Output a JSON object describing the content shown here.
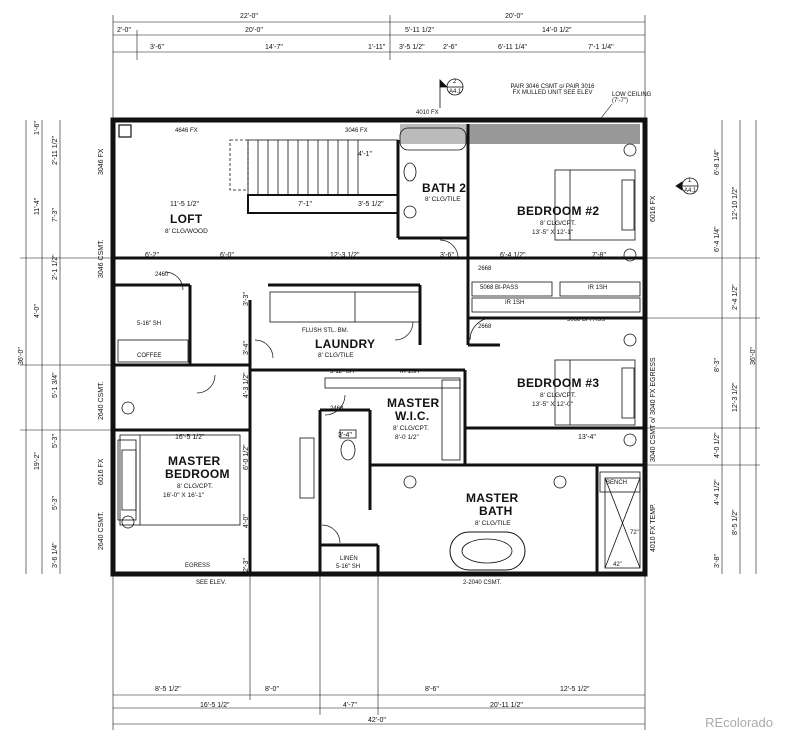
{
  "watermark": "REcolorado",
  "rooms": {
    "loft": {
      "name": "LOFT",
      "spec": "8' CLG/WOOD",
      "size": "11'-5 1/2\""
    },
    "bath2": {
      "name": "BATH 2",
      "spec": "8' CLG/TILE"
    },
    "bedroom2": {
      "name": "BEDROOM #2",
      "spec": "8' CLG/CPT.",
      "size": "13'-5\" X 12'-1\""
    },
    "laundry": {
      "name": "LAUNDRY",
      "spec": "8' CLG/TILE",
      "note": "FLUSH STL. BM."
    },
    "bedroom3": {
      "name": "BEDROOM #3",
      "spec": "8' CLG/CPT.",
      "size": "13'-5\" X 12'-0\""
    },
    "master_wic": {
      "name1": "MASTER",
      "name2": "W.I.C.",
      "spec": "8' CLG/CPT.",
      "size": "8'-0 1/2\""
    },
    "master_bedroom": {
      "name1": "MASTER",
      "name2": "BEDROOM",
      "spec": "8' CLG/CPT.",
      "size": "16'-0\" X 16'-1\""
    },
    "master_bath": {
      "name1": "MASTER",
      "name2": "BATH",
      "spec": "8' CLG/TILE"
    }
  },
  "labels": {
    "coffee": "COFFEE",
    "bench": "BENCH",
    "linen": "LINEN",
    "linen_sh": "5-16\" SH",
    "sh_516": "5-16\" SH",
    "sh_512": "5-12\" SH",
    "ir_1sh_a": "IR 1SH",
    "ir_1sh_b": "IR 1SH",
    "ir_1sh_c": "IR 1SH",
    "bipass1": "5068 BI-PASS",
    "bipass2": "5068 BI-PASS",
    "egress": "EGRESS",
    "see_elev": "SEE ELEV.",
    "csmt_bottom": "2-2040 CSMT.",
    "low_ceiling": "LOW CEILING (7'-7\")",
    "pair_window": "PAIR 3046 CSMT o/ PAIR 3016 FX MULLED UNIT SEE ELEV",
    "win_4646": "4646 FX",
    "win_3046": "3046 FX",
    "win_4010": "4010 FX",
    "win_3046_left": "3046 FX",
    "win_3046_csmt": "3046 CSMT.",
    "win_2640_a": "2640 CSMT.",
    "win_6016": "6016 FX",
    "win_2640_b": "2640 CSMT.",
    "win_6016_r": "6016 FX",
    "win_3040": "3040 CSMT o/ 3040 FX EGRESS",
    "win_4010_temp": "4010 FX TEMP.",
    "door_2668": "2668",
    "door_2468": "2468",
    "door_2668b": "2668",
    "door_2460": "2460",
    "tub": "72\"",
    "shower_42": "42\"",
    "mark_a41_top": "A4.1",
    "mark_2": "2",
    "mark_a41_right": "A4.1",
    "mark_1": "1"
  },
  "dims": {
    "top_total_left": "22'-0\"",
    "top_total_right": "20'-0\"",
    "top_a": "2'-0\"",
    "top_b": "20'-0\"",
    "top_c": "5'-11 1/2\"",
    "top_d": "14'-0 1/2\"",
    "top2_a": "3'-6\"",
    "top2_b": "14'-7\"",
    "top2_c": "1'-11\"",
    "top2_d": "3'-5 1/2\"",
    "top2_e": "2'-6\"",
    "top2_f": "6'-11 1/4\"",
    "top2_g": "7'-1 1/4\"",
    "left_total": "36'-0\"",
    "right_total": "36'-0\"",
    "left_a": "1'-6\"",
    "left_b": "11'-4\"",
    "left_c": "2'-11 1/2\"",
    "left_d": "7'-3\"",
    "left_e": "2'-1 1/2\"",
    "left_f": "4'-0\"",
    "left_g": "5'-1 3/4\"",
    "left_h": "19'-2\"",
    "left_i": "5'-3\"",
    "left_j": "5'-3\"",
    "left_k": "3'-6 1/4\"",
    "right_a": "6'-8 1/4\"",
    "right_b": "12'-10 1/2\"",
    "right_c": "6'-4 1/4\"",
    "right_d": "2'-4 1/2\"",
    "right_e": "8'-3\"",
    "right_f": "12'-3 1/2\"",
    "right_g": "4'-0 1/2\"",
    "right_h": "4'-4 1/2\"",
    "right_i": "8'-5 1/2\"",
    "right_j": "3'-8\"",
    "bot_a": "8'-5 1/2\"",
    "bot_b": "8'-0\"",
    "bot_c": "8'-6\"",
    "bot_d": "12'-5 1/2\"",
    "bot2_a": "16'-5 1/2\"",
    "bot2_b": "4'-7\"",
    "bot2_c": "20'-11 1/2\"",
    "bot_total": "42'-0\"",
    "in_6_2": "6'-2\"",
    "in_6_0": "6'-0\"",
    "in_12_3": "12'-3 1/2\"",
    "in_3_6": "3'-6\"",
    "in_6_4": "6'-4 1/2\"",
    "in_7_8": "7'-8\"",
    "in_7_1": "7'-1\"",
    "in_4_1": "4'-1\"",
    "in_3_5": "3'-5 1/2\"",
    "in_16_5": "16'-5 1/2\"",
    "in_13_4": "13'-4\"",
    "in_3_3": "3'-3\"",
    "in_3_4": "3'-4\"",
    "in_4_3": "4'-3 1/2\"",
    "in_6_0v": "6'-0 1/2\"",
    "in_4_0": "4'-0\"",
    "in_2_3": "2'-3\"",
    "in_3_4b": "3'-4\""
  }
}
